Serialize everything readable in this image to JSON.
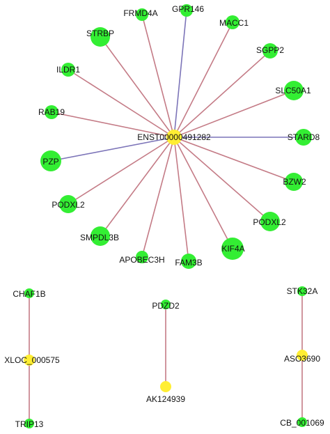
{
  "colors": {
    "node_green": "#33ee33",
    "node_yellow": "#ffee33",
    "edge_pink": "#c47b86",
    "edge_blue": "#7c74b8",
    "background": "#ffffff",
    "text": "#111111"
  },
  "hub": {
    "label": "ENST00000491282"
  },
  "spokes": [
    {
      "label": "FRMD4A",
      "edge": "pink"
    },
    {
      "label": "GPR146",
      "edge": "blue"
    },
    {
      "label": "MACC1",
      "edge": "pink"
    },
    {
      "label": "STRBP",
      "edge": "pink"
    },
    {
      "label": "SGPP2",
      "edge": "pink"
    },
    {
      "label": "ILDR1",
      "edge": "pink"
    },
    {
      "label": "SLC50A1",
      "edge": "pink"
    },
    {
      "label": "RAB19",
      "edge": "pink"
    },
    {
      "label": "STARD8",
      "edge": "blue"
    },
    {
      "label": "PZP",
      "edge": "blue"
    },
    {
      "label": "BZW2",
      "edge": "pink"
    },
    {
      "label": "PODXL2",
      "edge": "pink"
    },
    {
      "label": "PODXL2",
      "edge": "pink"
    },
    {
      "label": "SMPDL3B",
      "edge": "pink"
    },
    {
      "label": "KIF4A",
      "edge": "pink"
    },
    {
      "label": "APOBEC3H",
      "edge": "pink"
    },
    {
      "label": "FAM3B",
      "edge": "pink"
    }
  ],
  "subnetworks": [
    {
      "top": "CHAF1B",
      "middle": "XLOC_000575",
      "bottom": "TRIP13"
    },
    {
      "top": "PDZD2",
      "middle": "AK124939"
    },
    {
      "top": "STK32A",
      "middle": "ASO3690",
      "bottom": "CB_001069"
    }
  ]
}
